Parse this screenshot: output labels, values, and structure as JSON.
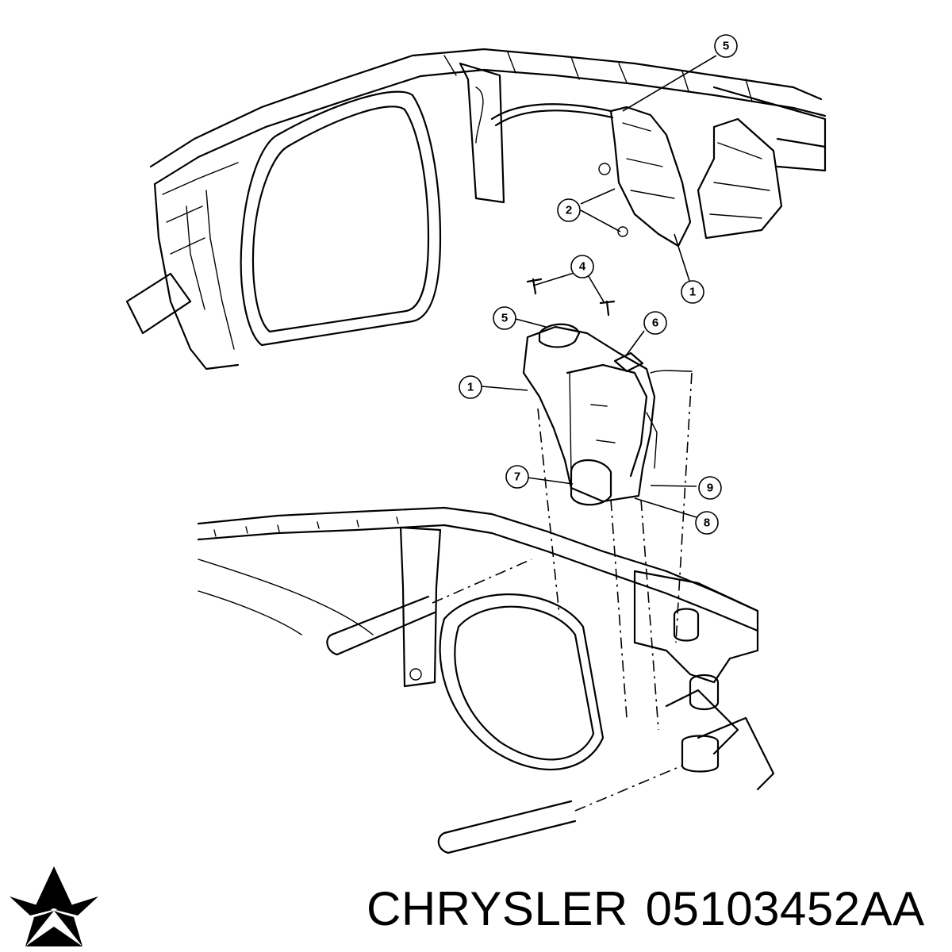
{
  "callouts": [
    {
      "id": "top-1",
      "label": "1"
    },
    {
      "id": "top-2",
      "label": "2"
    },
    {
      "id": "top-5",
      "label": "5"
    },
    {
      "id": "mid-1",
      "label": "1"
    },
    {
      "id": "mid-4",
      "label": "4"
    },
    {
      "id": "mid-5",
      "label": "5"
    },
    {
      "id": "mid-6",
      "label": "6"
    },
    {
      "id": "mid-7",
      "label": "7"
    },
    {
      "id": "mid-8",
      "label": "8"
    },
    {
      "id": "mid-9",
      "label": "9"
    }
  ],
  "caption": {
    "brand": "CHRYSLER",
    "part_number": "05103452AA"
  },
  "logo": {
    "icon": "chrysler-pentastar-icon",
    "color": "#000000"
  }
}
